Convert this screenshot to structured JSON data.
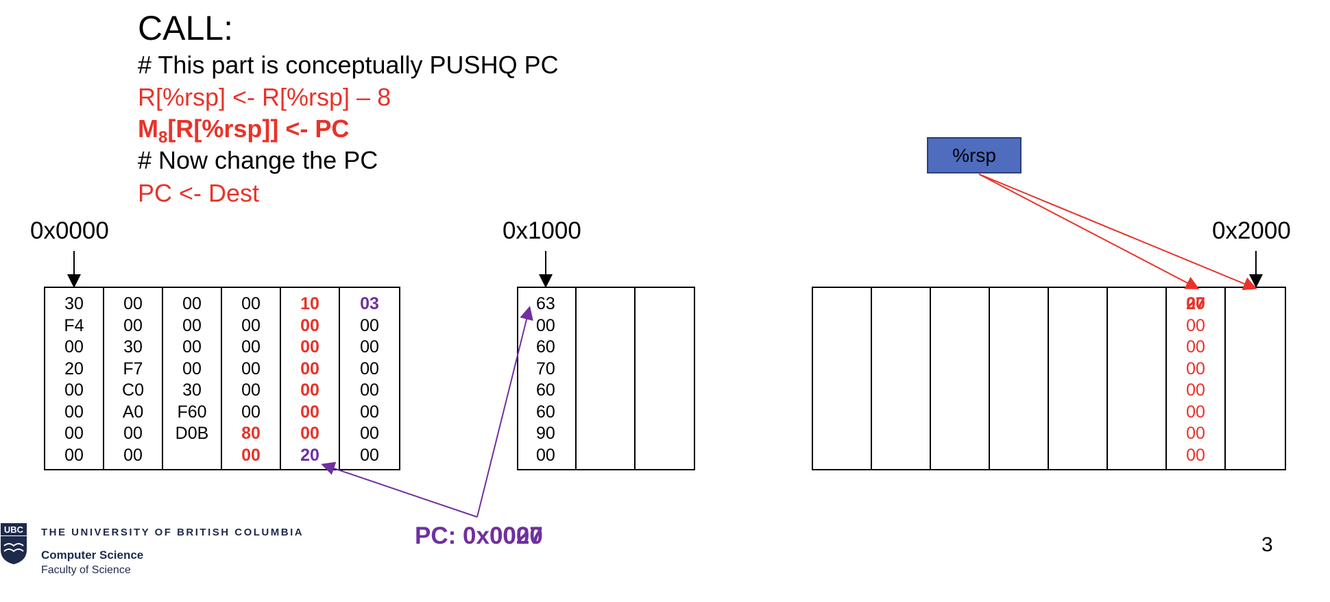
{
  "code": {
    "title": "CALL:",
    "comment1": "# This part is conceptually PUSHQ PC",
    "line1": "R[%rsp] <- R[%rsp] – 8",
    "line2_m": "M",
    "line2_sub": "8",
    "line2_rest": "[R[%rsp]] <- PC",
    "comment2": "# Now change the PC",
    "line3": "PC <- Dest"
  },
  "addresses": {
    "a0": "0x0000",
    "a1": "0x1000",
    "a2": "0x2000"
  },
  "memory0": {
    "columns": [
      [
        "30",
        "F4",
        "00",
        "20",
        "00",
        "00",
        "00",
        "00"
      ],
      [
        "00",
        "00",
        "30",
        "F7",
        "C0",
        "A0",
        "00",
        "00"
      ],
      [
        "00",
        "00",
        "00",
        "00",
        "30",
        "F60",
        "D0B",
        ""
      ],
      [
        "00",
        "00",
        "00",
        "00",
        "00",
        "00",
        "80",
        "00"
      ],
      [
        "10",
        "00",
        "00",
        "00",
        "00",
        "00",
        "00",
        "20"
      ],
      [
        "03",
        "00",
        "00",
        "00",
        "00",
        "00",
        "00",
        "00"
      ]
    ]
  },
  "memory1": {
    "columns": [
      [
        "63",
        "00",
        "60",
        "70",
        "60",
        "60",
        "90",
        "00"
      ]
    ]
  },
  "memory2": {
    "stack_column": [
      "2/0 (overlapping 20 / 07)",
      "00",
      "00",
      "00",
      "00",
      "00",
      "00",
      "00"
    ],
    "stack_top_a": "20",
    "stack_top_b": "07"
  },
  "register": {
    "label": "%rsp"
  },
  "pc": {
    "label": "PC: 0x",
    "value_a": "0020",
    "value_b": "0007"
  },
  "footer": {
    "university": "THE UNIVERSITY OF BRITISH COLUMBIA",
    "dept": "Computer Science",
    "faculty": "Faculty of Science",
    "logo_text": "UBC",
    "page": "3"
  },
  "colors": {
    "red": "#e8332a",
    "purple": "#7030a0",
    "register_fill": "#4f6cbe"
  }
}
